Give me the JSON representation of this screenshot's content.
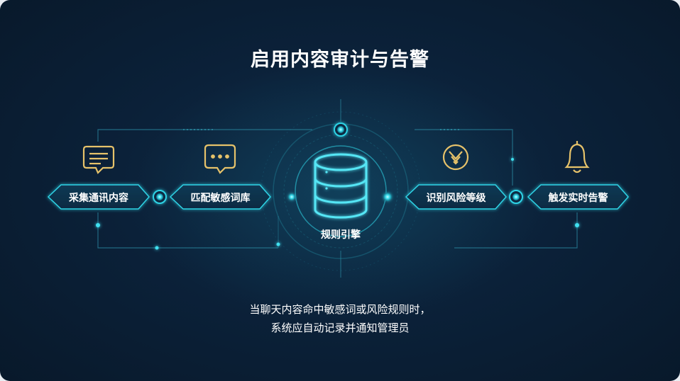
{
  "title": "启用内容审计与告警",
  "steps": [
    {
      "label": "采集通讯内容",
      "icon": "chat-message-icon"
    },
    {
      "label": "匹配敏感词库",
      "icon": "chat-dots-icon"
    },
    {
      "label": "识别风险等级",
      "icon": "shield-check-icon"
    },
    {
      "label": "触发实时告警",
      "icon": "bell-icon"
    }
  ],
  "engine": {
    "label": "规则引擎",
    "icon": "database-icon"
  },
  "caption": {
    "line1": "当聊天内容命中敏感词或风险规则时，",
    "line2": "系统应自动记录并通知管理员"
  },
  "colors": {
    "accent_cyan": "#2fd3e6",
    "icon_gold": "#e6c26a",
    "background": "#0b2139"
  }
}
